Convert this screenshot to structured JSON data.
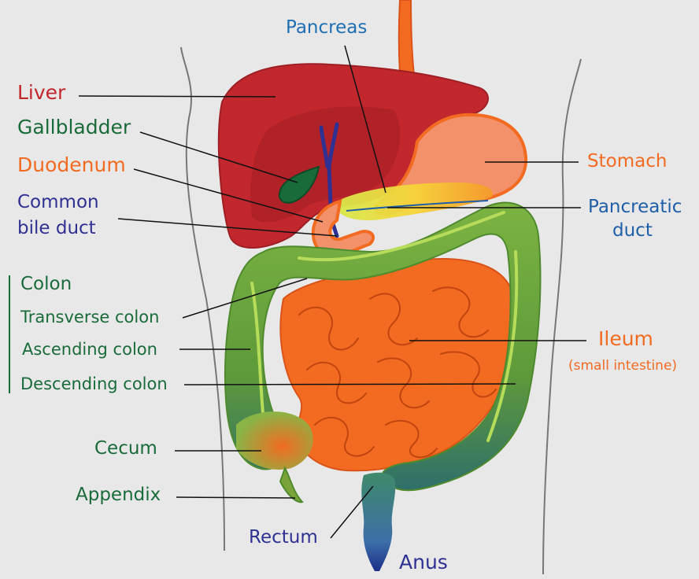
{
  "colors": {
    "liver": "#c1272d",
    "gallbladder": "#1a6b3a",
    "duodenum": "#f26b21",
    "bile_duct": "#2e3192",
    "pancreas": "#1f6fb3",
    "colon": "#1a6b3a",
    "stomach": "#f26b21",
    "pancreatic_duct": "#1f5fa8",
    "ileum": "#f26b21",
    "rectum": "#2e3192",
    "anus": "#2e3192"
  },
  "labels": {
    "pancreas": "Pancreas",
    "liver": "Liver",
    "gallbladder": "Gallbladder",
    "duodenum": "Duodenum",
    "common_bile_duct_1": "Common",
    "common_bile_duct_2": "bile duct",
    "stomach": "Stomach",
    "pancreatic_duct_1": "Pancreatic",
    "pancreatic_duct_2": "duct",
    "colon": "Colon",
    "transverse_colon": "Transverse colon",
    "ascending_colon": "Ascending colon",
    "descending_colon": "Descending colon",
    "ileum": "Ileum",
    "small_intestine": "(small intestine)",
    "cecum": "Cecum",
    "appendix": "Appendix",
    "rectum": "Rectum",
    "anus": "Anus"
  }
}
